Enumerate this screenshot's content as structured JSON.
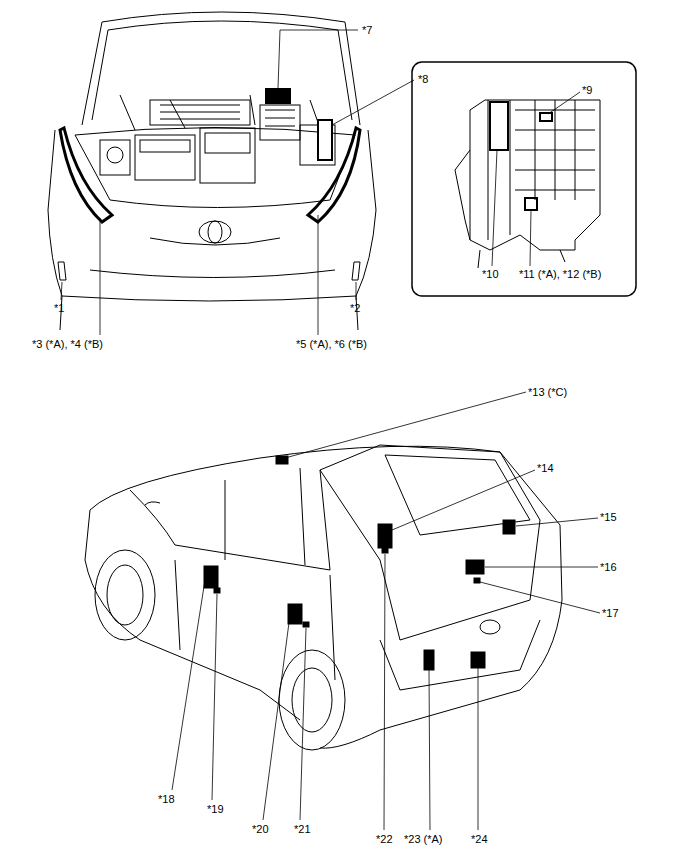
{
  "diagram": {
    "labels": [
      "*7",
      "*8",
      "*9",
      "*1",
      "*10",
      "*11 (*A), *12 (*B)",
      "*2",
      "*3 (*A), *4 (*B)",
      "*5 (*A), *6 (*B)",
      "*13 (*C)",
      "*14",
      "*15",
      "*16",
      "*17",
      "*18",
      "*19",
      "*20",
      "*21",
      "*22",
      "*23 (*A)",
      "*24"
    ]
  }
}
